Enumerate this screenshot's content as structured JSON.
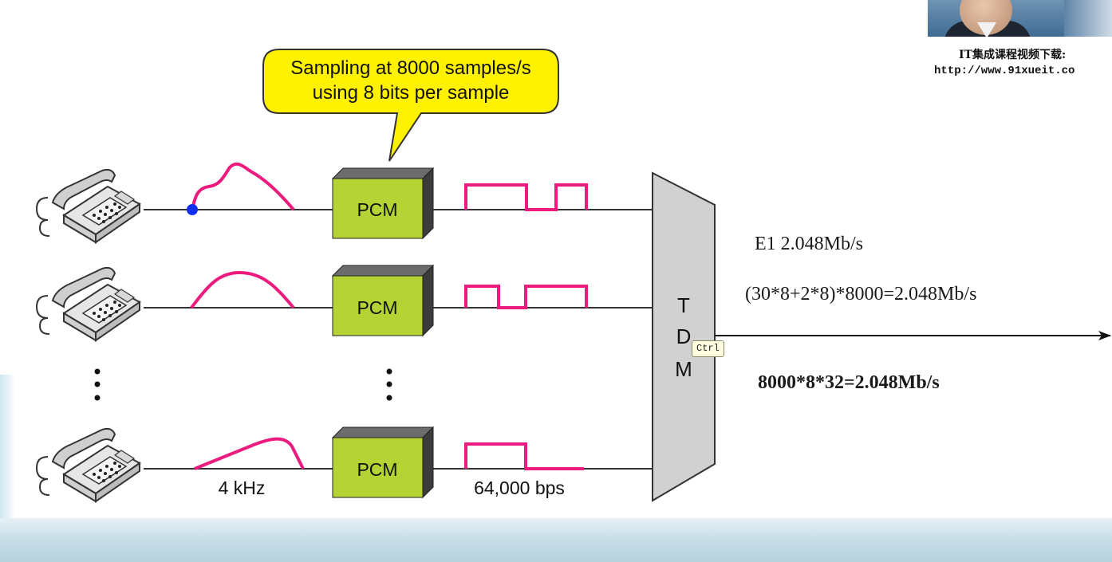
{
  "callout": {
    "line1": "Sampling at 8000 samples/s",
    "line2": "using 8 bits per sample"
  },
  "pcm_label": "PCM",
  "tdm_letters": [
    "T",
    "D",
    "M"
  ],
  "labels": {
    "analog_bandwidth": "4 kHz",
    "digital_rate": "64,000 bps"
  },
  "annotations": {
    "e1": "E1  2.048Mb/s",
    "formula1": "(30*8+2*8)*8000=2.048Mb/s",
    "formula2": "8000*8*32=2.048Mb/s"
  },
  "tooltip": "Ctrl",
  "site": {
    "title": "IT集成课程视频下载:",
    "url": "http://www.91xueit.co"
  },
  "colors": {
    "signal": "#ec1c7e",
    "pcm_front": "#b5d334",
    "pcm_top": "#6c6c6c",
    "pcm_side": "#3c3c3c",
    "callout_fill": "#fff200",
    "tdm_fill": "#d1d1d1",
    "sample_dot": "#1030f0"
  }
}
